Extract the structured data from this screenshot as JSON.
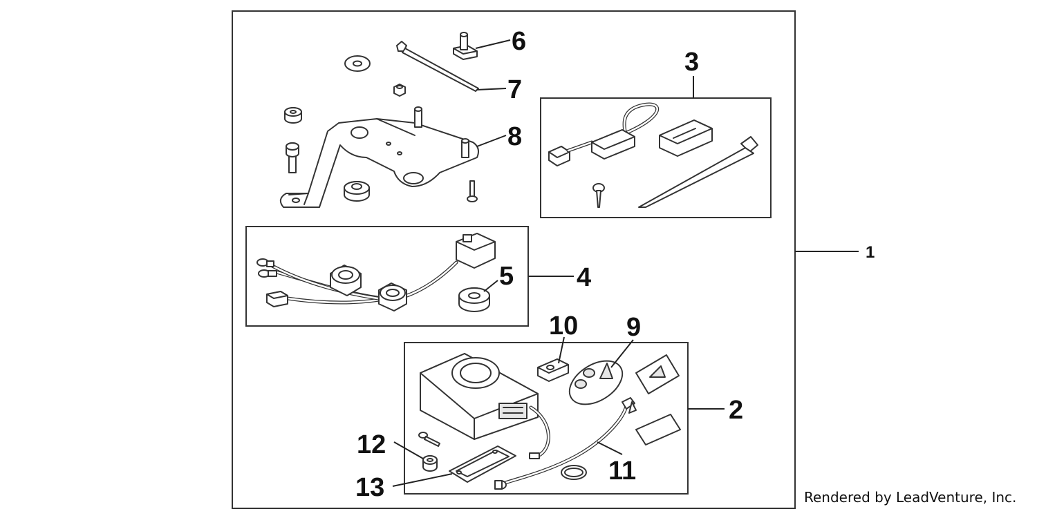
{
  "diagram": {
    "callouts": {
      "c1": "1",
      "c2": "2",
      "c3": "3",
      "c4": "4",
      "c5": "5",
      "c6": "6",
      "c7": "7",
      "c8": "8",
      "c9": "9",
      "c10": "10",
      "c11": "11",
      "c12": "12",
      "c13": "13"
    },
    "credit": "Rendered by LeadVenture, Inc."
  }
}
